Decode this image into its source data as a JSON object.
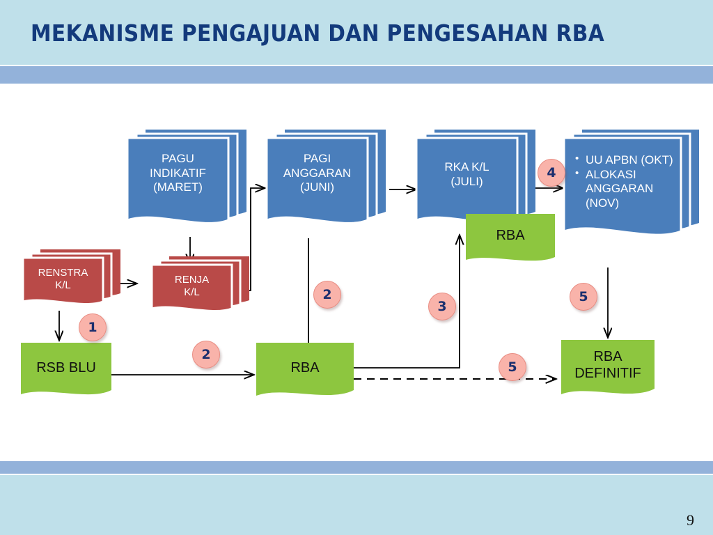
{
  "slide": {
    "title": "MEKANISME PENGAJUAN DAN PENGESAHAN RBA",
    "page_number": "9",
    "colors": {
      "title_text": "#133a7c",
      "band_light": "#bfe0ea",
      "band_dark": "#93b2da",
      "doc_blue": "#4a7ebb",
      "doc_blue_shadow": "#3f6fa8",
      "doc_red": "#b94a48",
      "doc_red_shadow": "#a43f3d",
      "doc_green": "#8dc63f",
      "badge_fill": "#f9b3aa",
      "badge_border": "#e98d83",
      "badge_text": "#1b2f6e",
      "connector": "#000000"
    }
  },
  "nodes": {
    "renstra": {
      "label": "RENSTRA\nK/L",
      "line1": "RENSTRA",
      "line2": "K/L",
      "kind": "red-stack"
    },
    "renja": {
      "label": "RENJA\nK/L",
      "line1": "RENJA",
      "line2": "K/L",
      "kind": "red-stack"
    },
    "pagu_indikatif": {
      "line1": "PAGU",
      "line2": "INDIKATIF",
      "line3": "(MARET)",
      "kind": "blue-stack"
    },
    "pagi_anggaran": {
      "line1": "PAGI",
      "line2": "ANGGARAN",
      "line3": "(JUNI)",
      "kind": "blue-stack"
    },
    "rka_kl": {
      "line1": "RKA K/L",
      "line2": "(JULI)",
      "kind": "blue-stack"
    },
    "uu_apbn": {
      "kind": "blue-stack",
      "bullets": [
        "UU APBN (OKT)",
        "ALOKASI ANGGARAN (NOV)"
      ],
      "bullet1": "UU APBN (OKT)",
      "bullet2_line1": "ALOKASI",
      "bullet2_line2": "ANGGARAN",
      "bullet2_line3": "(NOV)"
    },
    "rsb_blu": {
      "label": "RSB BLU",
      "kind": "green"
    },
    "rba_mid": {
      "label": "RBA",
      "kind": "green"
    },
    "rba_top": {
      "label": "RBA",
      "kind": "green"
    },
    "rba_definitif": {
      "line1": "RBA",
      "line2": "DEFINITIF",
      "kind": "green"
    }
  },
  "badges": [
    {
      "id": "badge-1",
      "number": "1"
    },
    {
      "id": "badge-2a",
      "number": "2"
    },
    {
      "id": "badge-2b",
      "number": "2"
    },
    {
      "id": "badge-3",
      "number": "3"
    },
    {
      "id": "badge-4",
      "number": "4"
    },
    {
      "id": "badge-5a",
      "number": "5"
    },
    {
      "id": "badge-5b",
      "number": "5"
    }
  ],
  "connectors": [
    {
      "id": "renstra-to-renja",
      "style": "solid",
      "from": "renstra",
      "to": "renja"
    },
    {
      "id": "renstra-to-rsbblu",
      "style": "solid",
      "from": "renstra",
      "to": "rsb_blu"
    },
    {
      "id": "pagu-to-renja",
      "style": "solid",
      "from": "pagu_indikatif",
      "to": "renja"
    },
    {
      "id": "renja-to-pagi",
      "style": "solid",
      "from": "renja",
      "to": "pagi_anggaran"
    },
    {
      "id": "pagi-to-rka",
      "style": "solid",
      "from": "pagi_anggaran",
      "to": "rka_kl"
    },
    {
      "id": "pagi-to-rba",
      "style": "solid",
      "from": "pagi_anggaran",
      "to": "rba_mid"
    },
    {
      "id": "rsbblu-to-rba",
      "style": "solid",
      "from": "rsb_blu",
      "to": "rba_mid"
    },
    {
      "id": "rba-to-rka",
      "style": "solid",
      "from": "rba_mid",
      "to": "rka_kl"
    },
    {
      "id": "rka-to-uuapbn",
      "style": "solid",
      "from": "rka_kl",
      "to": "uu_apbn"
    },
    {
      "id": "uuapbn-to-rbadefinitif",
      "style": "solid",
      "from": "uu_apbn",
      "to": "rba_definitif"
    },
    {
      "id": "rba-to-rbadefinitif",
      "style": "dashed",
      "from": "rba_mid",
      "to": "rba_definitif"
    }
  ]
}
